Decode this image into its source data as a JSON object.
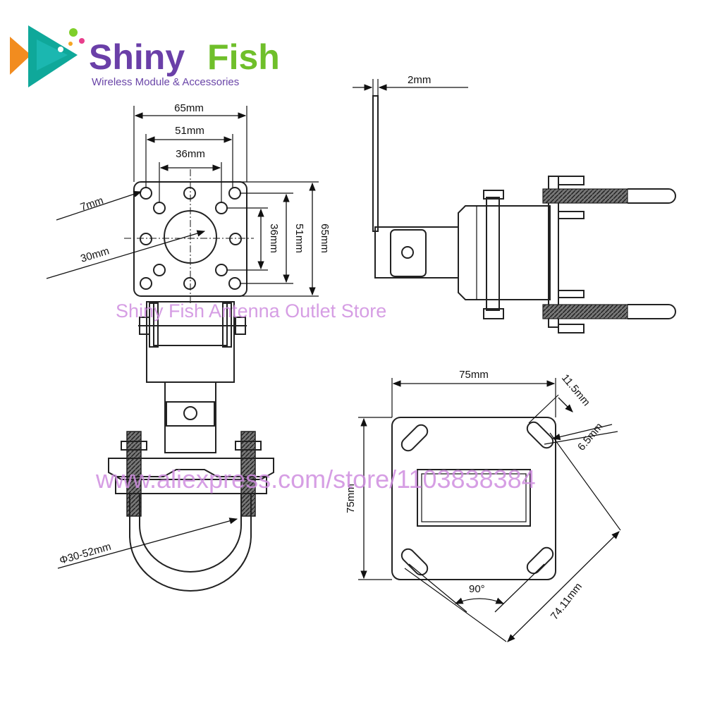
{
  "brand": {
    "name_part1": "Shiny",
    "name_part2": "Fish",
    "tagline": "Wireless Module & Accessories",
    "color_primary": "#6a3fa8",
    "color_secondary": "#6fbf2a",
    "logo_icon": "fish-play-logo-icon"
  },
  "watermarks": {
    "store": "Shiny Fish Antenna Outlet Store",
    "url": "www.aliexpress.com/store/1103838384",
    "color": "#cf8ee0"
  },
  "front_view": {
    "dim_65_top": "65mm",
    "dim_51_top": "51mm",
    "dim_36_top": "36mm",
    "dim_7": "7mm",
    "dim_30": "30mm",
    "dim_36_side": "36mm",
    "dim_51_side": "51mm",
    "dim_65_side": "65mm",
    "dim_clamp": "Φ30-52mm"
  },
  "side_view": {
    "dim_thickness": "2mm"
  },
  "base_view": {
    "dim_width": "75mm",
    "dim_height": "75mm",
    "dim_slot_length": "11.5mm",
    "dim_slot_width": "6.5mm",
    "dim_angle": "90°",
    "dim_diagonal": "74.11mm"
  }
}
